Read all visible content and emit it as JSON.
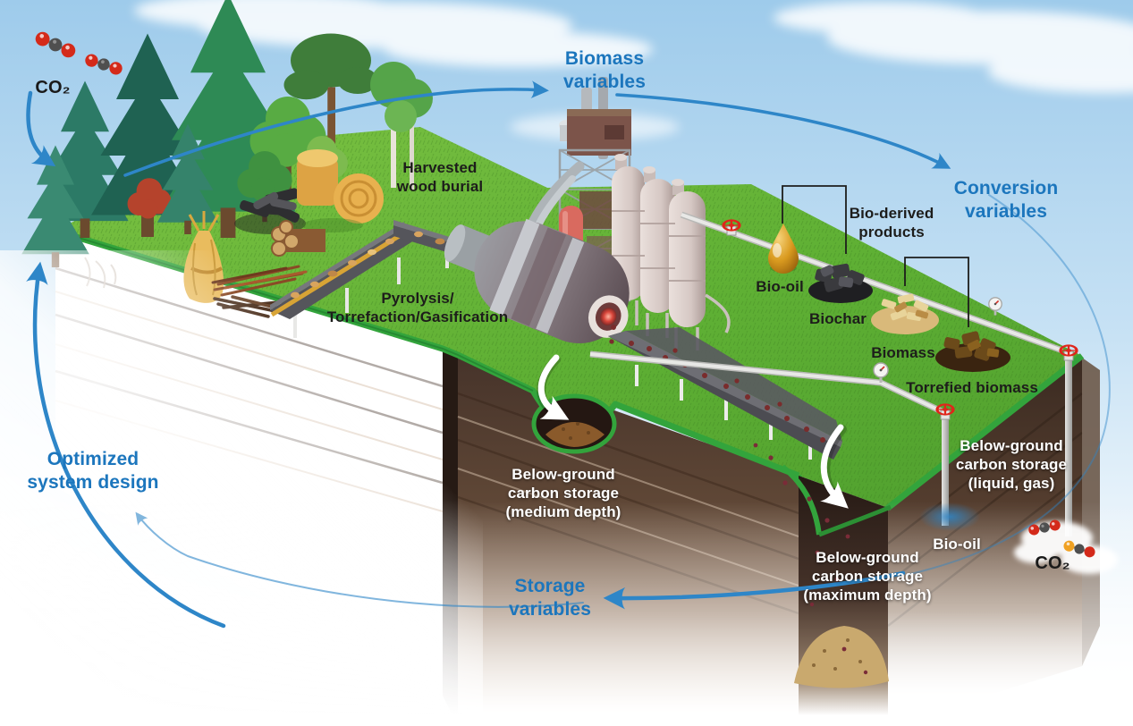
{
  "palette": {
    "label_blue": "#1c76bd",
    "label_black": "#1d1d1b",
    "label_white": "#ffffff",
    "arrow_blue": "#2e86c8",
    "grass_green": "#63b43c",
    "grass_rim_green": "#33a43c",
    "soil_dark_brown": "#4a342a",
    "soil_light_tan": "#b49a87",
    "sky_blue": "#9ecbeb",
    "co2_red": "#d42a1a",
    "co2_gray": "#4f4f4f",
    "valve_red": "#e0251b",
    "kiln_glow_red": "#c03028",
    "bio_oil_amber": "#d99a1f"
  },
  "labels": {
    "co2_top": "CO₂",
    "biomass_variables": "Biomass\nvariables",
    "harvested_wood_burial": "Harvested\nwood burial",
    "conversion_variables": "Conversion\nvariables",
    "bio_derived_products": "Bio-derived\nproducts",
    "bio_oil_product": "Bio-oil",
    "biochar": "Biochar",
    "biomass_product": "Biomass",
    "torrefied_biomass": "Torrefied biomass",
    "pyrolysis_chain": "Pyrolysis/\nTorrefaction/Gasification",
    "below_ground_medium": "Below-ground\ncarbon storage\n(medium depth)",
    "below_ground_liquid_gas": "Below-ground\ncarbon storage\n(liquid, gas)",
    "below_ground_max": "Below-ground\ncarbon storage\n(maximum depth)",
    "bio_oil_well": "Bio-oil",
    "co2_bottom": "CO₂",
    "storage_variables": "Storage\nvariables",
    "optimized_system_design": "Optimized\nsystem design"
  }
}
